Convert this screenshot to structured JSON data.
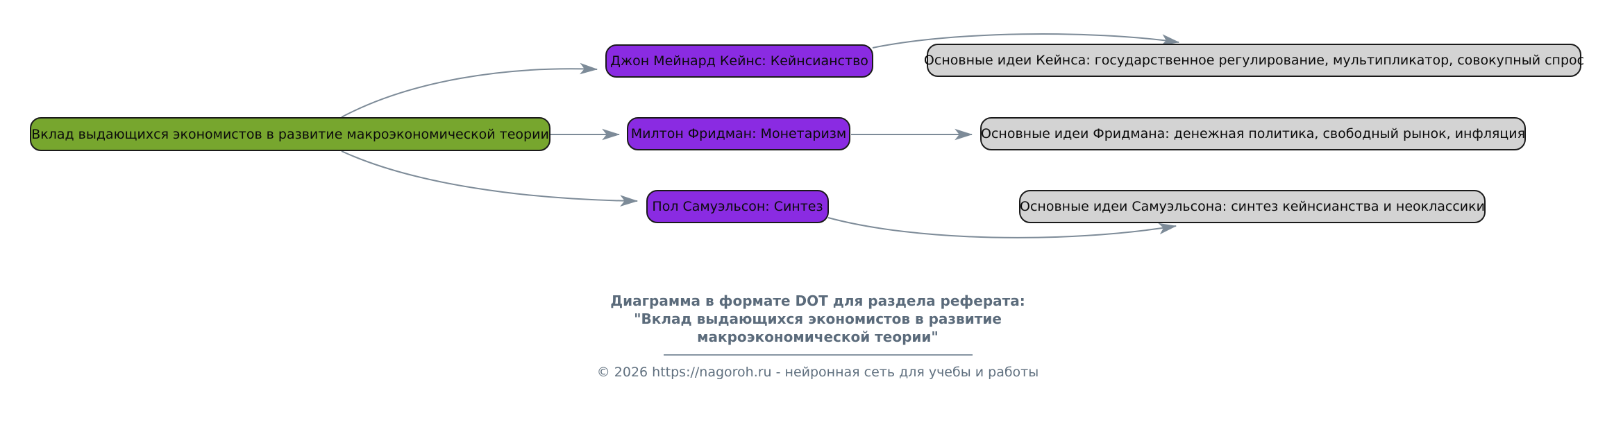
{
  "diagram": {
    "root": {
      "label": "Вклад выдающихся экономистов в развитие макроэкономической теории",
      "fill": "#77a62e"
    },
    "branches": [
      {
        "person": "Джон Мейнард Кейнс: Кейнсианство",
        "ideas": "Основные идеи Кейнса: государственное регулирование, мультипликатор, совокупный спрос"
      },
      {
        "person": "Милтон Фридман: Монетаризм",
        "ideas": "Основные идеи Фридмана: денежная политика, свободный рынок, инфляция"
      },
      {
        "person": "Пол Самуэльсон: Синтез",
        "ideas": "Основные идеи Самуэльсона: синтез кейнсианства и неоклассики"
      }
    ],
    "colors": {
      "root_fill": "#77a62e",
      "person_fill": "#8a2be2",
      "idea_fill": "#d3d3d3",
      "node_border": "#1a1a1a",
      "edge": "#7d8b98"
    }
  },
  "caption": {
    "lines": [
      "Диаграмма в формате DOT для раздела реферата:",
      "\"Вклад выдающихся экономистов в развитие",
      "макроэкономической теории\""
    ]
  },
  "footer": {
    "text": "© 2026 https://nagoroh.ru - нейронная сеть для учебы и работы"
  }
}
